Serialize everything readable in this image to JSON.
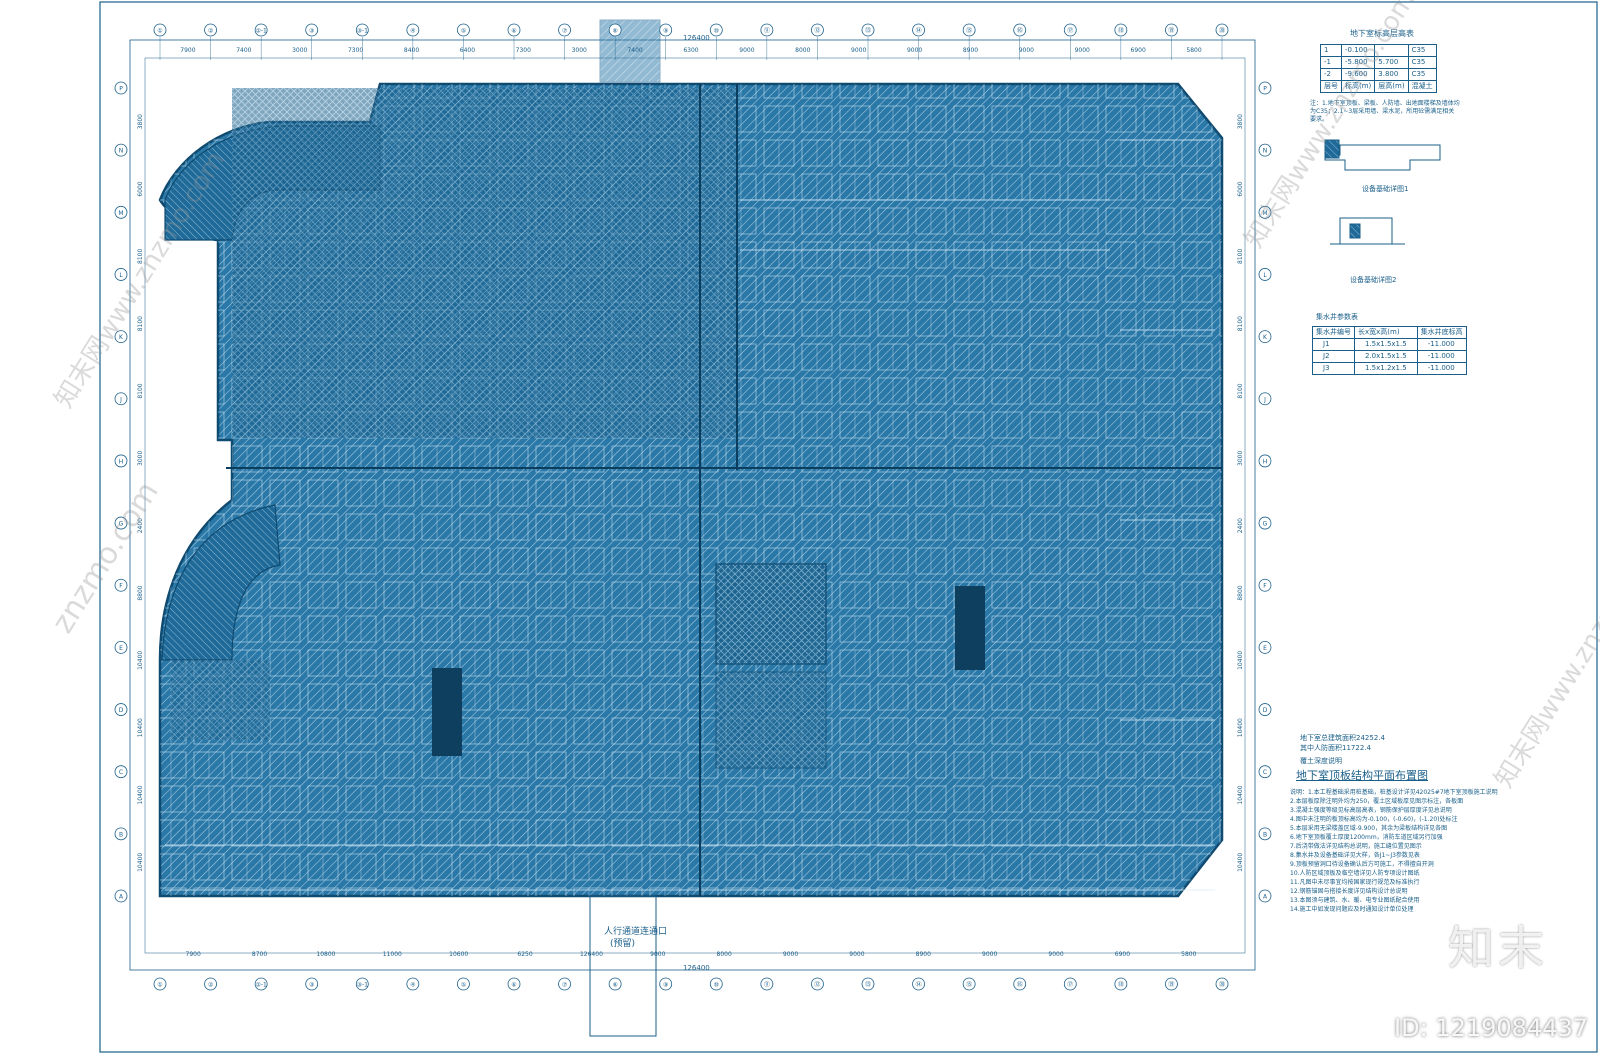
{
  "drawing": {
    "title": "地下室顶板结构平面布置图",
    "corridor_label": "人行通道连通口",
    "corridor_sublabel": "(预留)",
    "total_dim": "126400",
    "id_tag": "ID: 1219084437",
    "logo": "知末",
    "watermark": "znzmo.com",
    "watermark_cn": "知末网www.znzmo.com",
    "line_color": "#1a5f8a",
    "fill_color": "#1f6fa0"
  },
  "top_axes": [
    "①",
    "②",
    "②-1",
    "③",
    "③-1",
    "④",
    "⑤",
    "⑥",
    "⑦",
    "⑧",
    "⑨",
    "⑩",
    "⑪",
    "⑫",
    "⑬",
    "⑭",
    "⑮",
    "⑯",
    "⑰",
    "⑱",
    "⑲",
    "⑳"
  ],
  "top_dims": [
    "7900",
    "7400",
    "3000",
    "7300",
    "8400",
    "6400",
    "7300",
    "3000",
    "7400",
    "6300",
    "9000",
    "8000",
    "9000",
    "9000",
    "8900",
    "9000",
    "9000",
    "6900",
    "5800"
  ],
  "bottom_dims": [
    "7900",
    "8700",
    "10800",
    "11000",
    "10600",
    "6250",
    "126400",
    "9000",
    "8000",
    "9000",
    "9000",
    "8900",
    "9000",
    "9000",
    "6900",
    "5800"
  ],
  "left_axes": [
    "P",
    "N",
    "M",
    "L",
    "K",
    "J",
    "H",
    "G",
    "F",
    "E",
    "D",
    "C",
    "B",
    "A"
  ],
  "left_dims": [
    "3800",
    "6000",
    "8100",
    "8100",
    "8100",
    "3000",
    "2400",
    "8800",
    "10400",
    "10400",
    "10400",
    "10400"
  ],
  "grade_table": {
    "title": "地下室标高层高表",
    "rows": [
      [
        "1",
        "-0.100",
        "",
        "C35"
      ],
      [
        "-1",
        "-5.800",
        "5.700",
        "C35"
      ],
      [
        "-2",
        "-9.600",
        "3.800",
        "C35"
      ]
    ],
    "header": [
      "层号",
      "标高(m)",
      "层高(m)",
      "混凝土"
    ]
  },
  "grade_note": "注：1.地下室顶板、梁板、人防墙、出地面楼梯及墙体均为C35；2.1~3层采用墙、梁水泥，所用砼需满足相关要求。",
  "detail1_label": "设备基础详图1",
  "detail2_label": "设备基础详图2",
  "sump_table": {
    "title": "集水井参数表",
    "header": [
      "集水井编号",
      "长x宽x高(m)",
      "集水井底标高"
    ],
    "rows": [
      [
        "J1",
        "1.5x1.5x1.5",
        "-11.000"
      ],
      [
        "J2",
        "2.0x1.5x1.5",
        "-11.000"
      ],
      [
        "J3",
        "1.5x1.2x1.5",
        "-11.000"
      ]
    ]
  },
  "area_note1": "地下室总建筑面积24252.4",
  "area_note2": "其中人防面积11722.4",
  "area_note3": "覆土深度说明",
  "notes": [
    "说明：1.本工程基础采用桩基础，桩基设计详见42025#7地下室顶板施工说明",
    "2.本层板厚除注明外均为250，覆土区域板厚见图示标注，各板面",
    "3.混凝土强度等级见标高层高表，钢筋保护层厚度详见总说明",
    "4.图中未注明的板顶标高均为-0.100，(-0.60)，(-1.20)处标注",
    "5.本层采用无梁楼盖区域-9.900，其余为梁板结构详见各图",
    "6.地下室顶板覆土厚度1200mm，消防车道区域另行加强",
    "7.后浇带做法详见结构总说明，施工缝位置见图示",
    "8.集水井及设备基础详见大样，各J1~J3参数见表",
    "9.顶板预留洞口待设备确认后方可施工，不得擅自开洞",
    "10.人防区域顶板及临空墙详见人防专项设计图纸",
    "11.凡图中未尽事宜均按国家现行规范及标准执行",
    "12.钢筋锚固与搭接长度详见结构设计总说明",
    "13.本图须与建筑、水、暖、电专业图纸配合使用",
    "14.施工中如发现问题应及时通知设计单位处理"
  ]
}
